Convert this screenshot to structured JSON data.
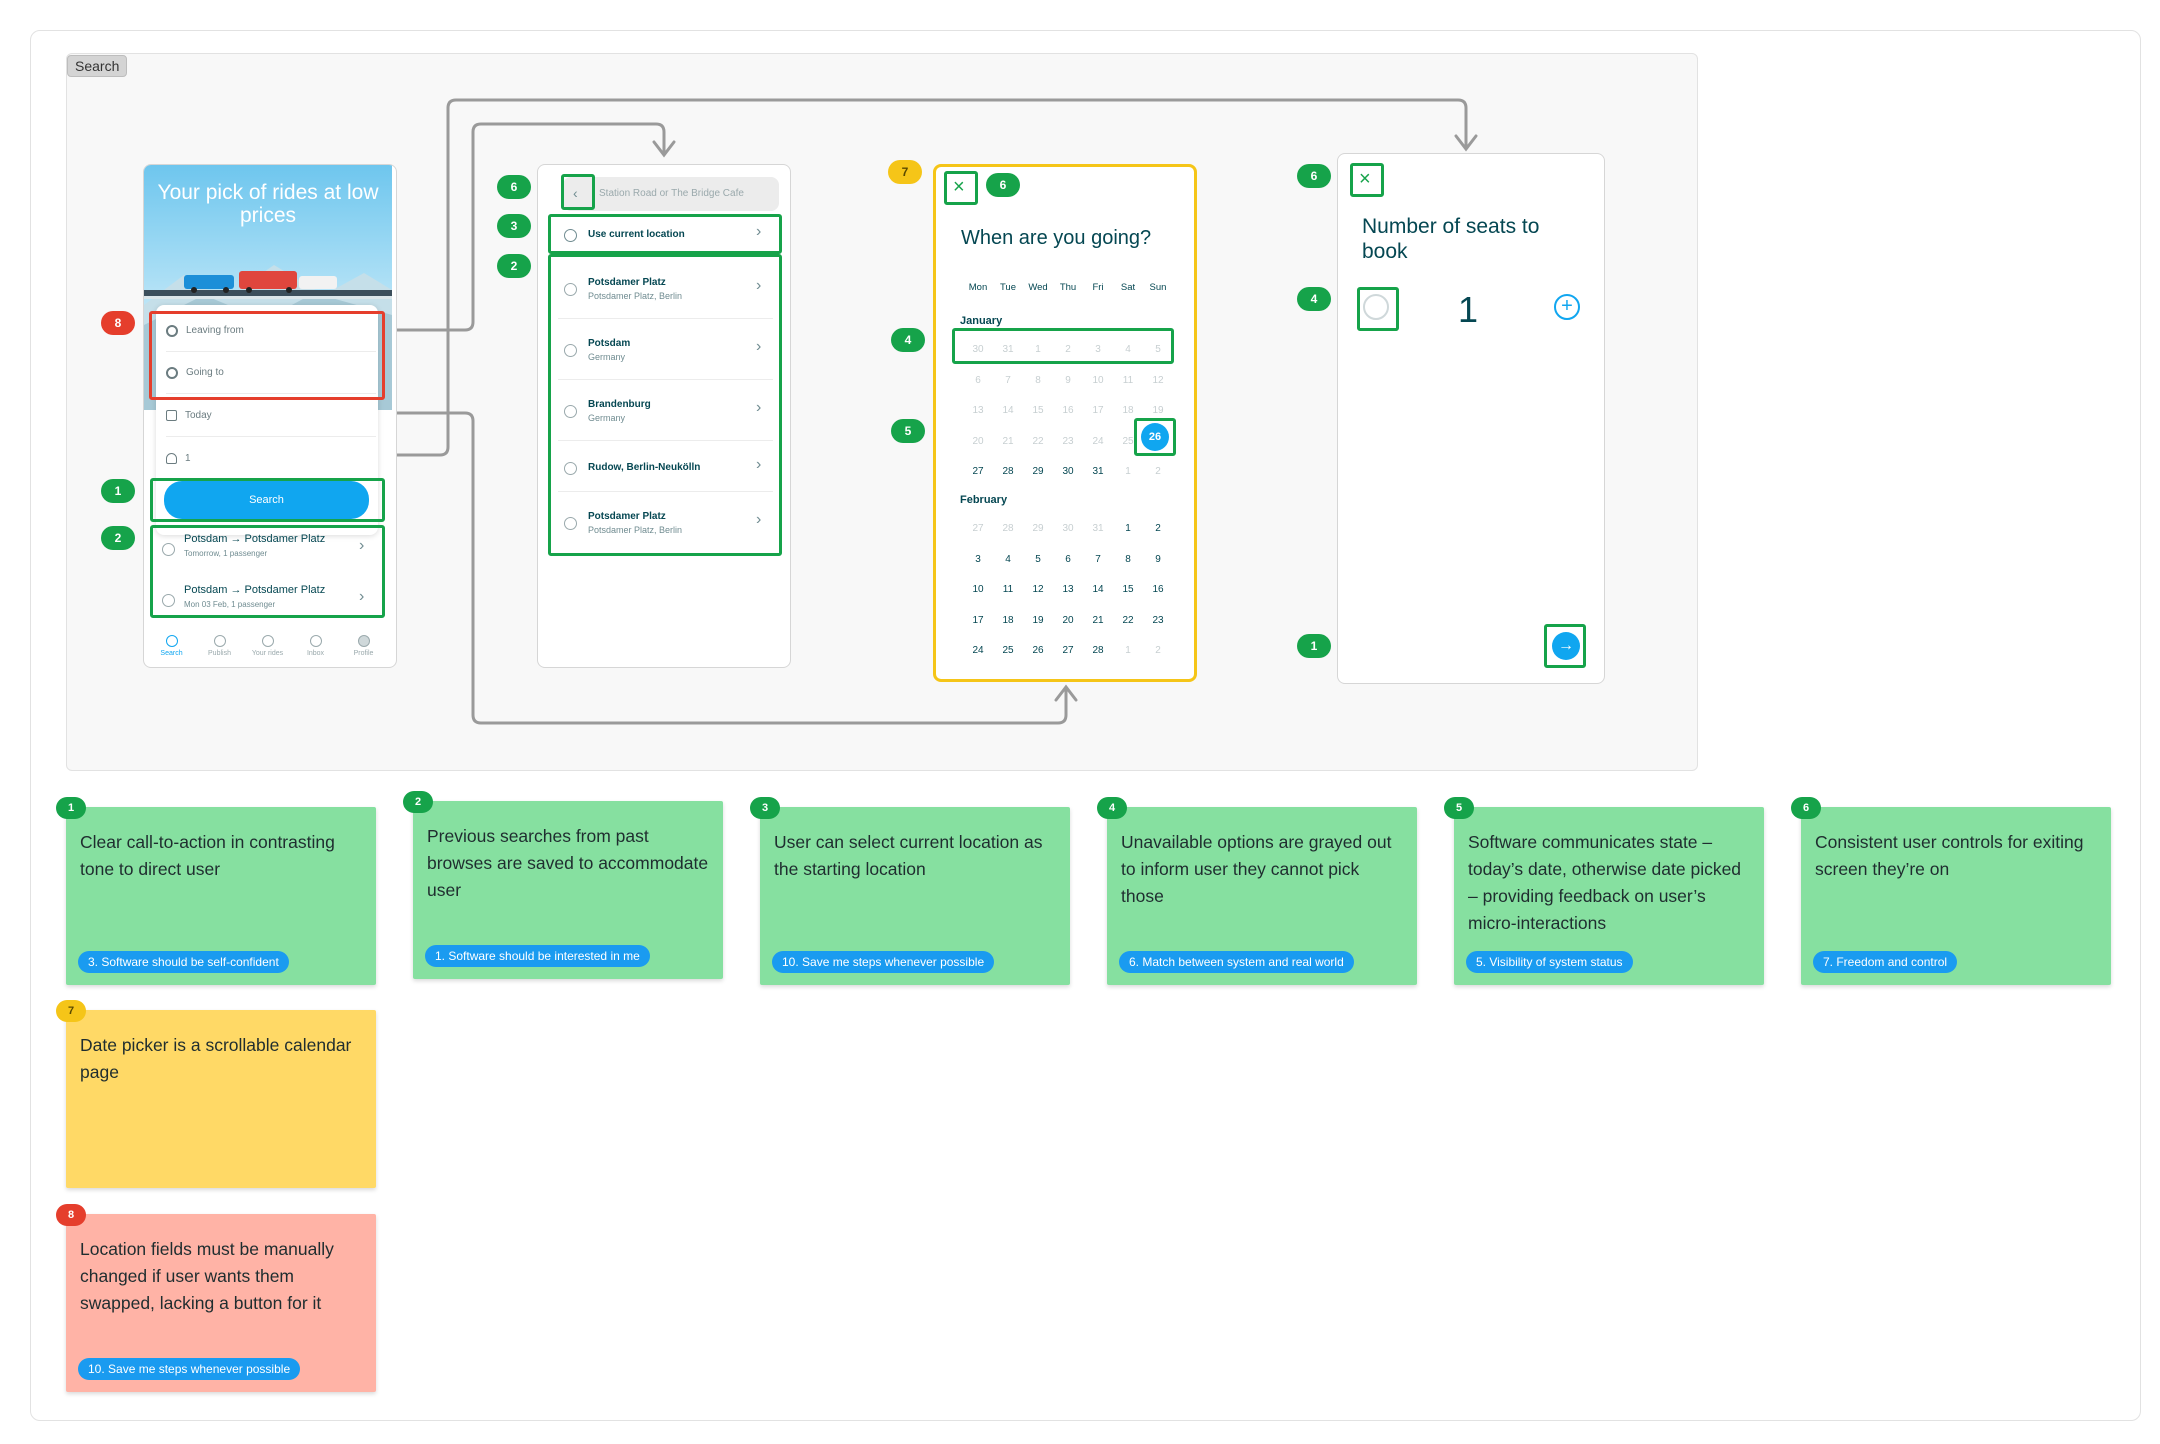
{
  "section_label": "Search",
  "badges": {
    "one": "1",
    "two": "2",
    "three": "3",
    "four": "4",
    "five": "5",
    "six": "6",
    "seven": "7",
    "eight": "8"
  },
  "colors": {
    "highlight_green": "#16a34a",
    "highlight_red": "#e53e2c",
    "highlight_yellow": "#f5c518",
    "primary_blue": "#10a6f0",
    "note_green": "#86e0a0",
    "note_yellow": "#ffd966",
    "note_red": "#ffb3a6"
  },
  "screen1": {
    "hero_title": "Your pick of rides at low prices",
    "leaving_from": "Leaving from",
    "going_to": "Going to",
    "date": "Today",
    "passengers": "1",
    "search_button": "Search",
    "recent": [
      {
        "route": "Potsdam → Potsdamer Platz",
        "detail": "Tomorrow, 1 passenger"
      },
      {
        "route": "Potsdam → Potsdamer Platz",
        "detail": "Mon 03 Feb, 1 passenger"
      }
    ],
    "nav": [
      "Search",
      "Publish",
      "Your rides",
      "Inbox",
      "Profile"
    ]
  },
  "screen2": {
    "search_placeholder": "Station Road or The Bridge Cafe",
    "current_location": "Use current location",
    "locations": [
      {
        "name": "Potsdamer Platz",
        "detail": "Potsdamer Platz, Berlin"
      },
      {
        "name": "Potsdam",
        "detail": "Germany"
      },
      {
        "name": "Brandenburg",
        "detail": "Germany"
      },
      {
        "name": "Rudow, Berlin-Neukölln",
        "detail": ""
      },
      {
        "name": "Potsdamer Platz",
        "detail": "Potsdamer Platz, Berlin"
      }
    ]
  },
  "screen3": {
    "title": "When are you going?",
    "weekdays": [
      "Mon",
      "Tue",
      "Wed",
      "Thu",
      "Fri",
      "Sat",
      "Sun"
    ],
    "january_label": "January",
    "january": [
      [
        "30",
        "31",
        "1",
        "2",
        "3",
        "4",
        "5"
      ],
      [
        "6",
        "7",
        "8",
        "9",
        "10",
        "11",
        "12"
      ],
      [
        "13",
        "14",
        "15",
        "16",
        "17",
        "18",
        "19"
      ],
      [
        "20",
        "21",
        "22",
        "23",
        "24",
        "25",
        "26"
      ],
      [
        "27",
        "28",
        "29",
        "30",
        "31",
        "1",
        "2"
      ]
    ],
    "february_label": "February",
    "february": [
      [
        "27",
        "28",
        "29",
        "30",
        "31",
        "1",
        "2"
      ],
      [
        "3",
        "4",
        "5",
        "6",
        "7",
        "8",
        "9"
      ],
      [
        "10",
        "11",
        "12",
        "13",
        "14",
        "15",
        "16"
      ],
      [
        "17",
        "18",
        "19",
        "20",
        "21",
        "22",
        "23"
      ],
      [
        "24",
        "25",
        "26",
        "27",
        "28",
        "1",
        "2"
      ]
    ],
    "selected_day": "26"
  },
  "screen4": {
    "title": "Number of seats to book",
    "count": "1"
  },
  "notes": [
    {
      "num": "1",
      "text": "Clear call-to-action in contrasting tone to direct user",
      "tag": "3. Software should be self-confident"
    },
    {
      "num": "2",
      "text": "Previous searches from past browses are saved to accommodate user",
      "tag": "1. Software should be interested in me"
    },
    {
      "num": "3",
      "text": "User can select current location as the starting location",
      "tag": "10. Save me steps whenever possible"
    },
    {
      "num": "4",
      "text": "Unavailable options are grayed out to inform user they cannot pick those",
      "tag": "6. Match between system and real world"
    },
    {
      "num": "5",
      "text": "Software communicates state – today’s date, otherwise date picked – providing feedback on user’s micro-interactions",
      "tag": "5. Visibility of system status"
    },
    {
      "num": "6",
      "text": "Consistent user controls for exiting screen they’re on",
      "tag": "7. Freedom and control"
    },
    {
      "num": "7",
      "text": "Date picker is a scrollable calendar page",
      "tag": ""
    },
    {
      "num": "8",
      "text": "Location fields must be manually changed if user wants them swapped, lacking a button for it",
      "tag": "10. Save me steps whenever possible"
    }
  ]
}
